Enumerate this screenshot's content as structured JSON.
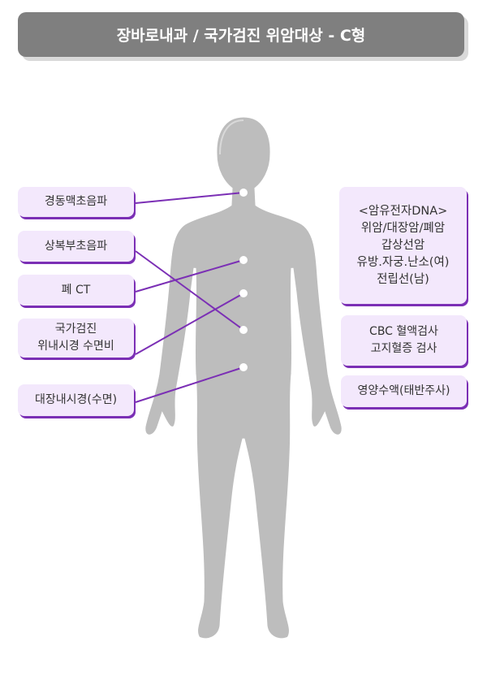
{
  "title": "장바로내과 / 국가검진 위암대상 - C형",
  "left_items": [
    {
      "lines": [
        "경동맥초음파"
      ]
    },
    {
      "lines": [
        "상복부초음파"
      ]
    },
    {
      "lines": [
        "폐 CT"
      ]
    },
    {
      "lines": [
        "국가검진",
        "위내시경 수면비"
      ]
    },
    {
      "lines": [
        "대장내시경(수면)"
      ]
    }
  ],
  "right_items": [
    {
      "lines": [
        "<암유전자DNA>",
        "위암/대장암/폐암",
        "갑상선암",
        "유방.자궁.난소(여)",
        "전립선(남)"
      ]
    },
    {
      "lines": [
        "CBC 혈액검사",
        "고지혈증 검사"
      ]
    },
    {
      "lines": [
        "영양수액(태반주사)"
      ]
    }
  ],
  "colors": {
    "accent": "#7b2fb5",
    "box_bg": "#f3e8fc",
    "header": "#7f7f7f",
    "body": "#bdbdbd"
  }
}
